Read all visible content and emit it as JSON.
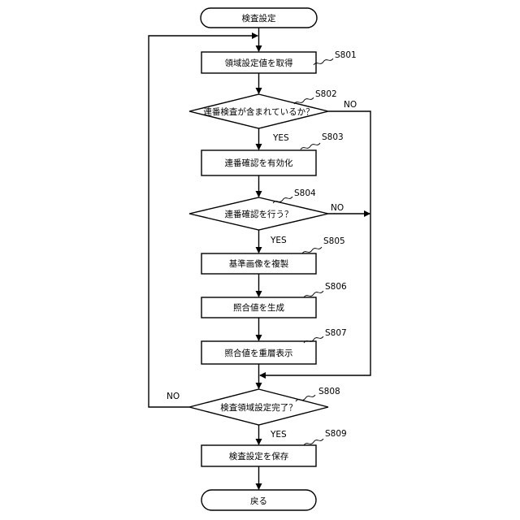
{
  "start": "検査設定",
  "end": "戻る",
  "nodes": [
    {
      "id": "s801",
      "kind": "process",
      "label": "領域設定値を取得",
      "step": "S801"
    },
    {
      "id": "s802",
      "kind": "decision",
      "label": "連番検査が含まれているか？",
      "step": "S802"
    },
    {
      "id": "s803",
      "kind": "process",
      "label": "連番確認を有効化",
      "step": "S803"
    },
    {
      "id": "s804",
      "kind": "decision",
      "label": "連番確認を行う？",
      "step": "S804"
    },
    {
      "id": "s805",
      "kind": "process",
      "label": "基準画像を複製",
      "step": "S805"
    },
    {
      "id": "s806",
      "kind": "process",
      "label": "照合値を生成",
      "step": "S806"
    },
    {
      "id": "s807",
      "kind": "process",
      "label": "照合値を重層表示",
      "step": "S807"
    },
    {
      "id": "s808",
      "kind": "decision",
      "label": "検査領域設定完了？",
      "step": "S808"
    },
    {
      "id": "s809",
      "kind": "process",
      "label": "検査設定を保存",
      "step": "S809"
    }
  ],
  "branch_labels": {
    "yes": "YES",
    "no": "NO"
  }
}
